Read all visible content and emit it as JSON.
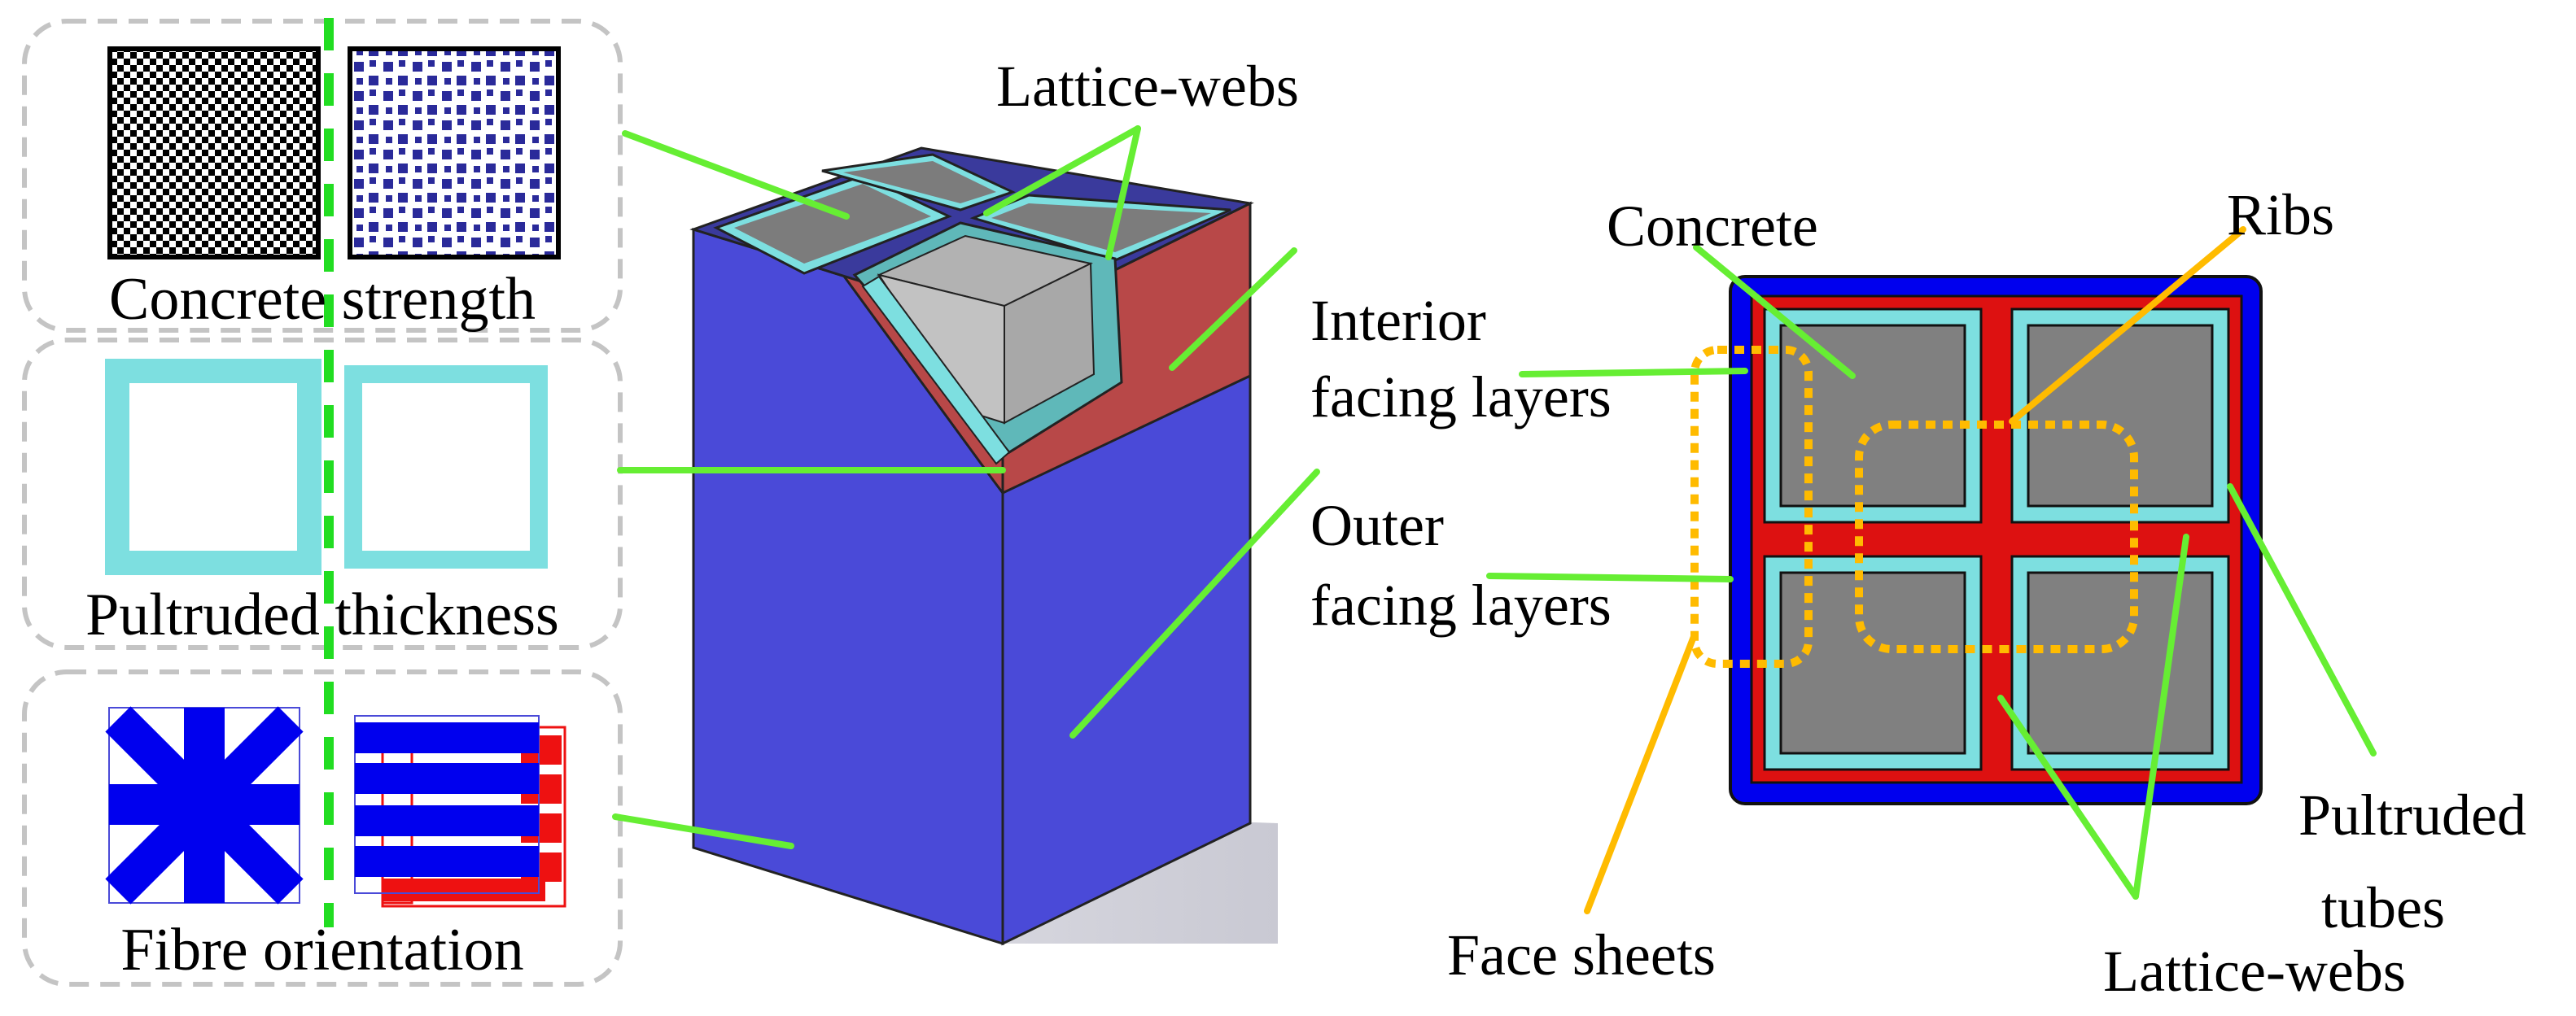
{
  "left_panel": {
    "concrete_strength": "Concrete strength",
    "pultruded_thickness": "Pultruded thickness",
    "fibre_orientation": "Fibre orientation"
  },
  "column_3d": {
    "lattice_webs": "Lattice-webs",
    "interior_facing_line1": "Interior",
    "interior_facing_line2": "facing layers",
    "outer_facing_line1": "Outer",
    "outer_facing_line2": "facing layers"
  },
  "cross_section": {
    "concrete": "Concrete",
    "ribs": "Ribs",
    "face_sheets": "Face sheets",
    "pultruded_line1": "Pultruded",
    "pultruded_line2": "tubes",
    "lattice_webs": "Lattice-webs"
  },
  "colors": {
    "blue_outer": "#0000ee",
    "red_interior": "#dd1111",
    "cyan_tube": "#7ddfe0",
    "grey_concrete": "#808080",
    "leader_green": "#66ee33",
    "leader_orange": "#ffbb00",
    "column_blue": "#4a4ad8",
    "column_red": "#b84848"
  },
  "icons": [
    "dense-checker-pattern-icon",
    "sparse-square-pattern-icon",
    "thick-hollow-square-icon",
    "thin-hollow-square-icon",
    "cross-ply-fibre-icon",
    "unidirectional-fibre-icon"
  ]
}
